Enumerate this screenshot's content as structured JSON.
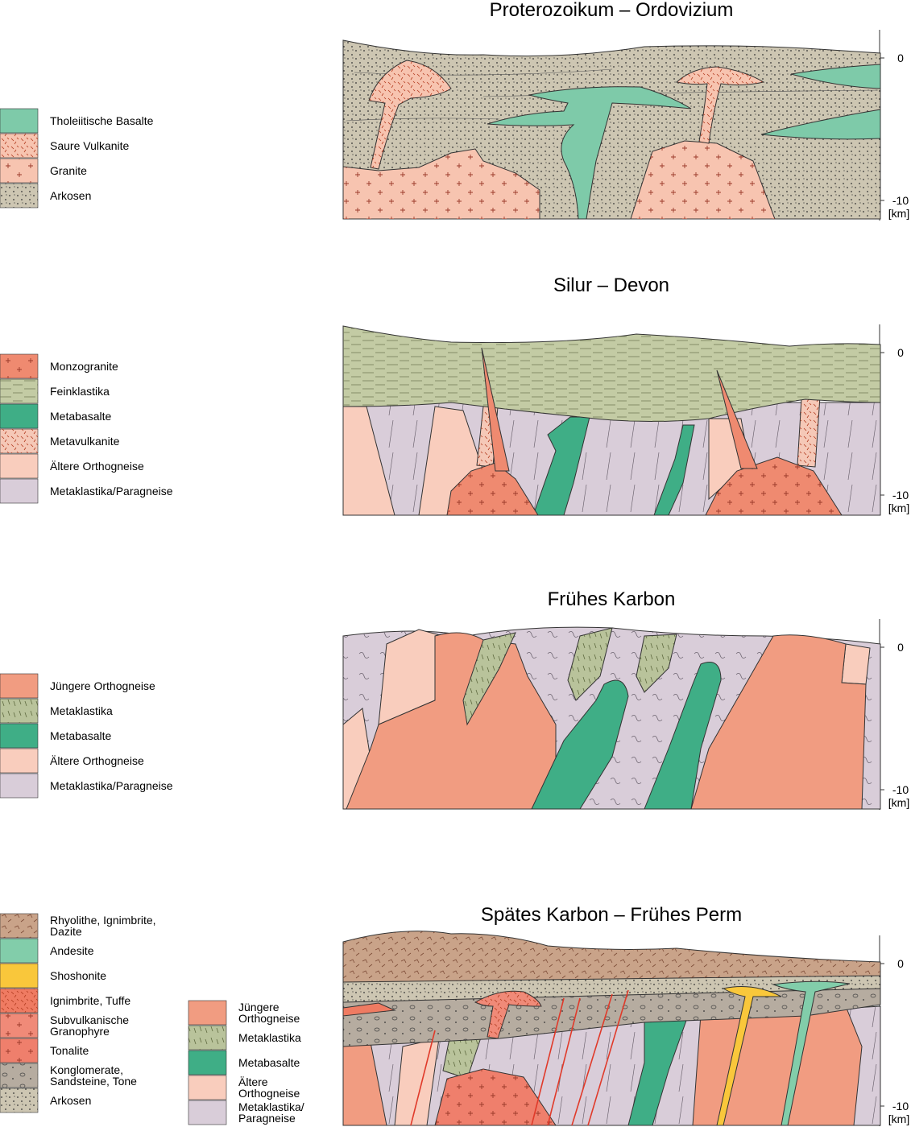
{
  "colors": {
    "arkosen": "#cdc6b2",
    "granite": "#f7c4b0",
    "saure": "#f7c4b0",
    "tholeiit": "#7ecaa9",
    "monzogranite": "#ef8a70",
    "feinklastika": "#c3cba4",
    "metabasalte": "#3fae86",
    "metavulkanite": "#f5c8b7",
    "aeltere": "#f9cdbd",
    "metaklastika_para": "#d9cdd9",
    "juengere": "#f19c81",
    "metaklastika": "#b9c39b",
    "rhyolithe": "#c9a389",
    "andesite": "#82cdaa",
    "shoshonite": "#f9c73b",
    "ignimbrite": "#ef7b62",
    "subvulk": "#f08a78",
    "tonalite": "#ef7f6c",
    "konglomerate": "#b6aca0",
    "red_fault": "#e03a2a"
  },
  "sections": [
    {
      "title": "Proterozoikum – Ordovizium",
      "axis": {
        "top": "0",
        "bottom": "-10",
        "unit": "[km]"
      },
      "legend": [
        {
          "key": "tholeiit",
          "label": "Tholeiitische Basalte"
        },
        {
          "key": "saure",
          "label": "Saure Vulkanite"
        },
        {
          "key": "granite",
          "label": "Granite"
        },
        {
          "key": "arkosen",
          "label": "Arkosen"
        }
      ]
    },
    {
      "title": "Silur – Devon",
      "axis": {
        "top": "0",
        "bottom": "-10",
        "unit": "[km]"
      },
      "legend": [
        {
          "key": "monzogranite",
          "label": "Monzogranite"
        },
        {
          "key": "feinklastika",
          "label": "Feinklastika"
        },
        {
          "key": "metabasalte",
          "label": "Metabasalte"
        },
        {
          "key": "metavulkanite",
          "label": "Metavulkanite"
        },
        {
          "key": "aeltere",
          "label": "Ältere Orthogneise"
        },
        {
          "key": "metaklastika_para",
          "label": "Metaklastika/Paragneise"
        }
      ]
    },
    {
      "title": "Frühes Karbon",
      "axis": {
        "top": "0",
        "bottom": "-10",
        "unit": "[km]"
      },
      "legend": [
        {
          "key": "juengere",
          "label": "Jüngere Orthogneise"
        },
        {
          "key": "metaklastika",
          "label": "Metaklastika"
        },
        {
          "key": "metabasalte",
          "label": "Metabasalte"
        },
        {
          "key": "aeltere",
          "label": "Ältere Orthogneise"
        },
        {
          "key": "metaklastika_para",
          "label": "Metaklastika/Paragneise"
        }
      ]
    },
    {
      "title": "Spätes Karbon – Frühes Perm",
      "axis": {
        "top": "0",
        "bottom": "-10",
        "unit": "[km]"
      },
      "legend": [
        {
          "key": "rhyolithe",
          "label": "Rhyolithe, Ignimbrite,",
          "label2": "Dazite"
        },
        {
          "key": "andesite",
          "label": "Andesite"
        },
        {
          "key": "shoshonite",
          "label": "Shoshonite"
        },
        {
          "key": "ignimbrite",
          "label": "Ignimbrite, Tuffe"
        },
        {
          "key": "subvulk",
          "label": "Subvulkanische",
          "label2": "Granophyre"
        },
        {
          "key": "tonalite",
          "label": "Tonalite"
        },
        {
          "key": "konglomerate",
          "label": "Konglomerate,",
          "label2": "Sandsteine, Tone"
        },
        {
          "key": "arkosen",
          "label": "Arkosen"
        }
      ],
      "legend2": [
        {
          "key": "juengere",
          "label": "Jüngere",
          "label2": "Orthogneise"
        },
        {
          "key": "metaklastika",
          "label": "Metaklastika"
        },
        {
          "key": "metabasalte",
          "label": "Metabasalte"
        },
        {
          "key": "aeltere",
          "label": "Ältere",
          "label2": "Orthogneise"
        },
        {
          "key": "metaklastika_para",
          "label": "Metaklastika/",
          "label2": "Paragneise"
        }
      ]
    }
  ]
}
